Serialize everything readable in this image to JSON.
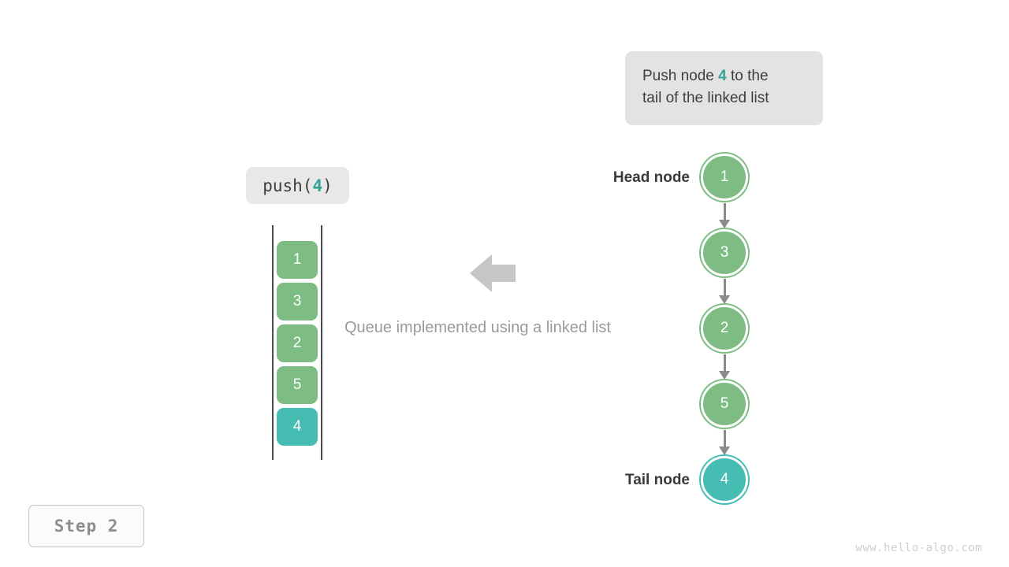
{
  "callout": {
    "text_before": "Push node ",
    "accent_value": "4",
    "text_after": " to the",
    "line2": "tail of the linked list"
  },
  "operation": {
    "prefix": "push(",
    "argument": "4",
    "suffix": ")"
  },
  "queue": {
    "cells": [
      {
        "value": "1",
        "color": "green"
      },
      {
        "value": "3",
        "color": "green"
      },
      {
        "value": "2",
        "color": "green"
      },
      {
        "value": "5",
        "color": "green"
      },
      {
        "value": "4",
        "color": "teal"
      }
    ]
  },
  "caption": "Queue implemented using a linked list",
  "linked_list": {
    "head_label": "Head node",
    "tail_label": "Tail node",
    "nodes": [
      {
        "value": "1",
        "color": "green"
      },
      {
        "value": "3",
        "color": "green"
      },
      {
        "value": "2",
        "color": "green"
      },
      {
        "value": "5",
        "color": "green"
      },
      {
        "value": "4",
        "color": "teal"
      }
    ]
  },
  "step_badge": "Step 2",
  "watermark": "www.hello-algo.com",
  "colors": {
    "node_green": "#7dbd83",
    "node_teal": "#45bdb3",
    "accent_teal": "#33a396",
    "edge_gray": "#8a8a8a",
    "callout_bg": "#e3e3e3",
    "caption_gray": "#9a9a9a",
    "arrow_gray": "#c6c6c6"
  }
}
